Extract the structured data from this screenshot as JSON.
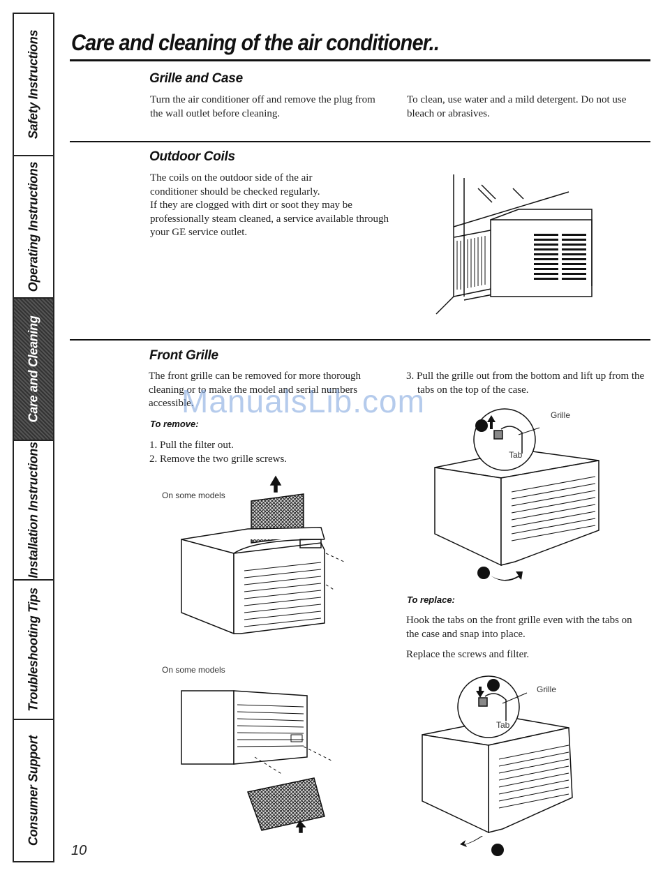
{
  "sidebar": {
    "tabs": [
      {
        "label": "Safety Instructions"
      },
      {
        "label": "Operating Instructions"
      },
      {
        "label": "Care and Cleaning"
      },
      {
        "label": "Installation Instructions"
      },
      {
        "label": "Troubleshooting Tips"
      },
      {
        "label": "Consumer Support"
      }
    ],
    "active_index": 2
  },
  "page_title": "Care and cleaning of the air conditioner..",
  "grille_case": {
    "heading": "Grille and Case",
    "col1": "Turn the air conditioner off and remove the plug from the wall outlet before cleaning.",
    "col2": "To clean, use water and a mild detergent. Do not use bleach or abrasives."
  },
  "outdoor_coils": {
    "heading": "Outdoor Coils",
    "line1": "The coils on the outdoor side of the air conditioner should be checked regularly.",
    "line2": "If they are clogged with dirt or soot they may be professionally steam cleaned, a service available through your GE service outlet."
  },
  "front_grille": {
    "heading": "Front Grille",
    "intro": "The front grille can be removed for more thorough cleaning or to make the model and serial numbers accessible.",
    "to_remove_heading": "To remove:",
    "steps": [
      "1. Pull the filter out.",
      "2. Remove the two grille screws."
    ],
    "step3": "3. Pull the grille out from the bottom and lift up from the tabs on the top of the case.",
    "caption_models_1": "On some models",
    "caption_models_2": "On some models",
    "label_grille_1": "Grille",
    "label_tab_1": "Tab",
    "label_grille_2": "Grille",
    "label_tab_2": "Tab",
    "to_replace_heading": "To replace:",
    "replace_text_1": "Hook the tabs on the front grille even with the tabs on the case and snap into place.",
    "replace_text_2": "Replace the screws and filter."
  },
  "watermark": "ManualsLib.com",
  "page_number": "10"
}
